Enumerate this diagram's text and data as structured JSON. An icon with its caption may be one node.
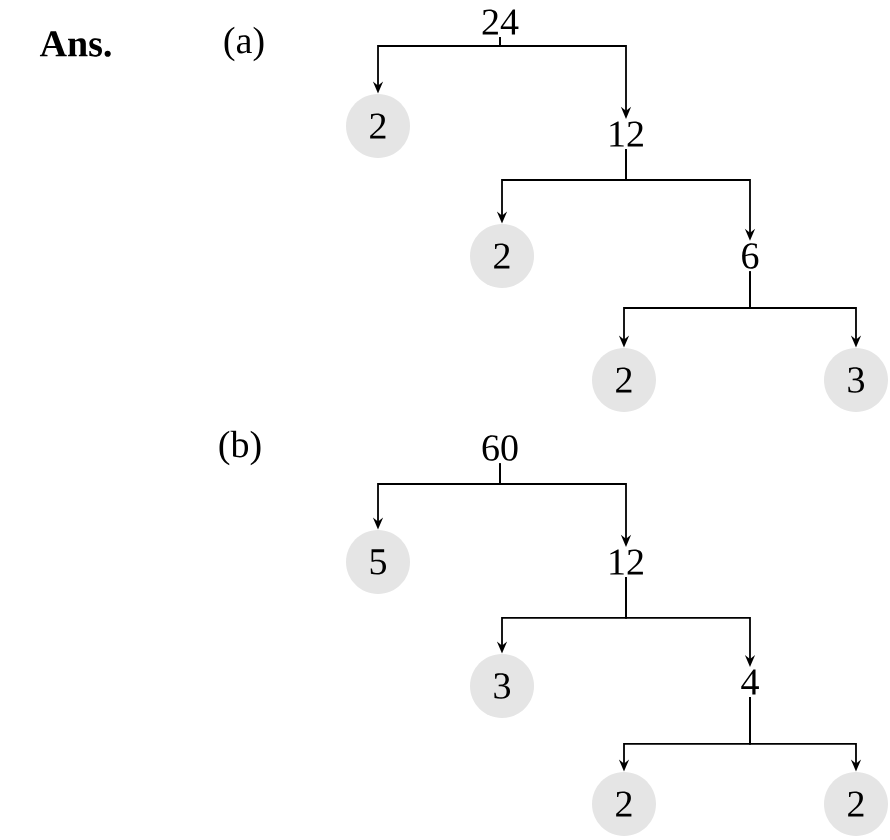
{
  "diagram": {
    "nodes": [
      {
        "text": [
          "24"
        ]
      },
      {
        "text": [
          "2"
        ]
      },
      {
        "text": [
          "12"
        ]
      },
      {
        "text": [
          "2"
        ]
      },
      {
        "text": [
          "6"
        ]
      },
      {
        "text": [
          "2"
        ]
      },
      {
        "text": [
          "3"
        ]
      },
      {
        "text": [
          "60"
        ]
      },
      {
        "text": [
          "5"
        ]
      },
      {
        "text": [
          "12"
        ]
      },
      {
        "text": [
          "3"
        ]
      },
      {
        "text": [
          "4"
        ]
      },
      {
        "text": [
          "2"
        ]
      },
      {
        "text": [
          "2"
        ]
      }
    ],
    "edges": [
      {
        "from": 0,
        "to": 1,
        "arrow": "to"
      },
      {
        "from": 0,
        "to": 2,
        "arrow": "to"
      },
      {
        "from": 2,
        "to": 3,
        "arrow": "to"
      },
      {
        "from": 2,
        "to": 4,
        "arrow": "to"
      },
      {
        "from": 4,
        "to": 5,
        "arrow": "to"
      },
      {
        "from": 4,
        "to": 6,
        "arrow": "to"
      },
      {
        "from": 7,
        "to": 8,
        "arrow": "to"
      },
      {
        "from": 7,
        "to": 9,
        "arrow": "to"
      },
      {
        "from": 9,
        "to": 10,
        "arrow": "to"
      },
      {
        "from": 9,
        "to": 11,
        "arrow": "to"
      },
      {
        "from": 11,
        "to": 12,
        "arrow": "to"
      },
      {
        "from": 11,
        "to": 13,
        "arrow": "to"
      }
    ],
    "labels": [
      "Ans.",
      "(a)",
      "(b)"
    ]
  }
}
